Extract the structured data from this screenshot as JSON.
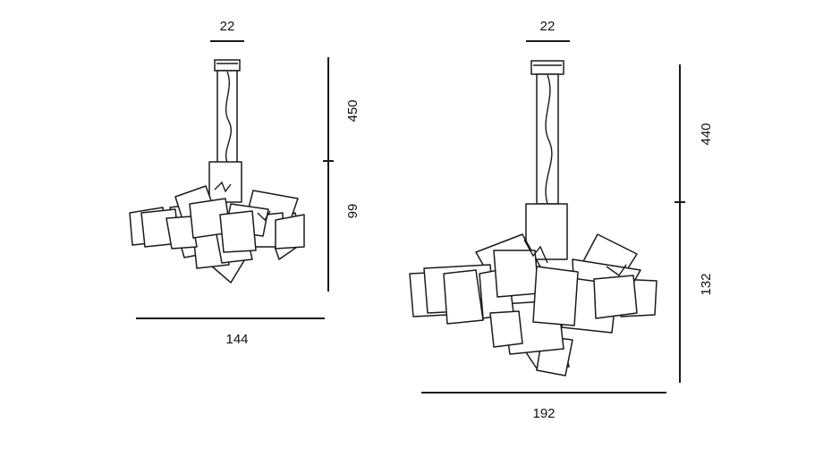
{
  "small_lamp": {
    "canopy_width": "22",
    "stem_height": "450",
    "body_height": "99",
    "width": "144"
  },
  "large_lamp": {
    "canopy_width": "22",
    "stem_height": "440",
    "body_height": "132",
    "width": "192"
  }
}
